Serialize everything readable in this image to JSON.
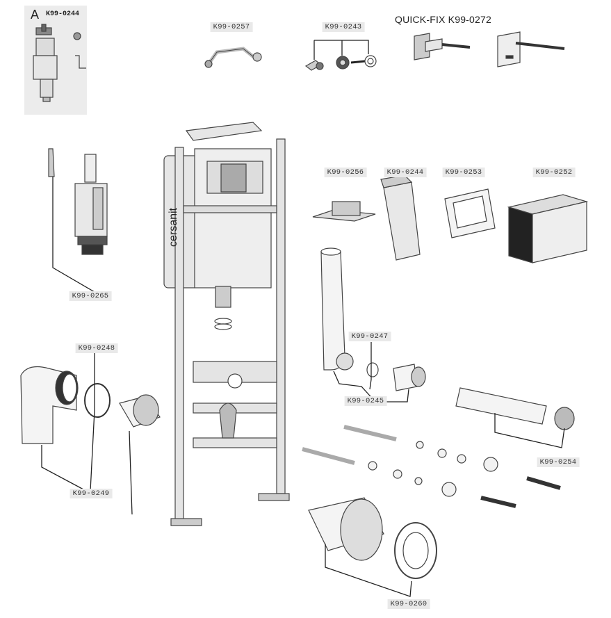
{
  "panel": {
    "letter": "A",
    "code": "K99-0244"
  },
  "quickfix": {
    "text": "QUICK-FIX K99-0272"
  },
  "frame": {
    "brand": "cersanit"
  },
  "labels": {
    "k0257": "K99-0257",
    "k0243": "K99-0243",
    "k0265": "K99-0265",
    "k0256": "K99-0256",
    "k0244": "K99-0244",
    "k0253": "K99-0253",
    "k0252": "K99-0252",
    "k0247": "K99-0247",
    "k0245": "K99-0245",
    "k0248": "K99-0248",
    "k0249": "K99-0249",
    "k0254": "K99-0254",
    "k0260": "K99-0260"
  },
  "colors": {
    "line": "#222222",
    "label_bg": "#e9e9e9",
    "part_fill": "#f2f2f2",
    "part_dark": "#333333"
  }
}
